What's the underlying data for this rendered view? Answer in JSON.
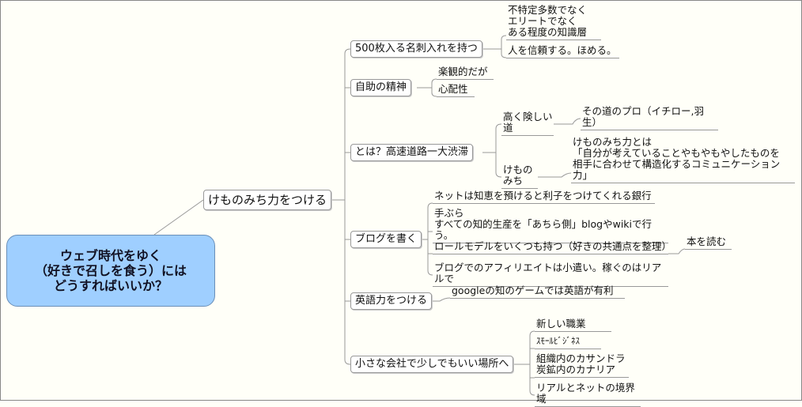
{
  "root": "ウェブ時代をゆく\n（好きで召しを食う）には\nどうすればいいか？",
  "level1": "けものみち力をつける",
  "branches": {
    "card": {
      "label": "500枚入る名刺入れを持つ",
      "leaves": [
        "不特定多数でなく\nエリートでなく\nある程度の知識層",
        "人を信頼する。ほめる。"
      ]
    },
    "selfhelp": {
      "label": "自助の精神",
      "leaves": [
        "楽観的だが",
        "心配性"
      ]
    },
    "highway": {
      "label": "とは？高速道路一大渋滞",
      "leaves": [
        "高く険しい道",
        "けものみち"
      ],
      "sub": [
        "その道のプロ（イチロー,羽生）",
        "けものみち力とは\n「自分が考えていることやもやもやしたものを\n相手に合わせて構造化するコミュニケーション力」"
      ]
    },
    "blog": {
      "label": "ブログを書く",
      "leaves": [
        "ネットは知恵を預けると利子をつけてくれる銀行",
        "手ぶら\nすべての知的生産を「あちら側」blogやwikiで行う。",
        "ロールモデルをいくつも持つ（好きの共通点を整理）",
        "ブログでのアフィリエイトは小遣い。稼ぐのはリアルで"
      ],
      "sub": [
        "本を読む"
      ]
    },
    "english": {
      "label": "英語力をつける",
      "leaves": [
        "googleの知のゲームでは英語が有利"
      ]
    },
    "company": {
      "label": "小さな会社で少しでもいい場所へ",
      "leaves": [
        "新しい職業",
        "ｽﾓｰﾙﾋﾞｼﾞﾈｽ",
        "組織内のカサンドラ\n炭鉱内のカナリア",
        "リアルとネットの境界域"
      ]
    }
  }
}
